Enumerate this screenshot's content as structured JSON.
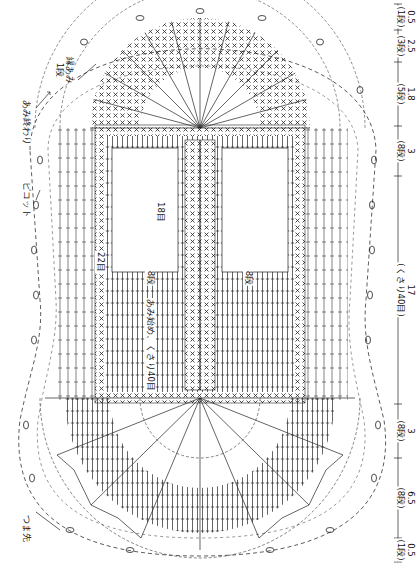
{
  "diagram": {
    "labels": [
      "縁あみ 1段",
      "あみ終わり",
      "ピコット",
      "18目",
      "22目",
      "8段",
      "8段",
      "あみ始め、くさり40目",
      "つま先",
      "0.5 (1段)",
      "2.5 (3段)",
      "1.8 (5段)",
      "3 (8段)",
      "17 (くさり40目)",
      "3 (8段)",
      "6.5 (8段)",
      "0.5 (1段)"
    ]
  }
}
